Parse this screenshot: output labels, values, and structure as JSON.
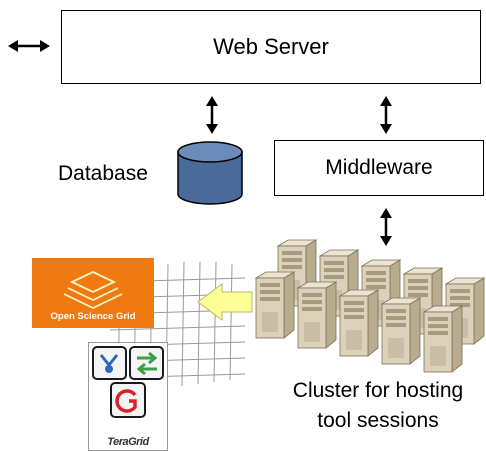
{
  "nodes": {
    "web_server": "Web Server",
    "middleware": "Middleware",
    "database": "Database",
    "cluster_line1": "Cluster for hosting",
    "cluster_line2": "tool sessions"
  },
  "logos": {
    "osg": "Open Science Grid",
    "teragrid": "TeraGrid"
  },
  "colors": {
    "database_fill": "#4a6b9a",
    "osg_orange": "#f07a12",
    "arrow_yellow": "#ffff99"
  }
}
